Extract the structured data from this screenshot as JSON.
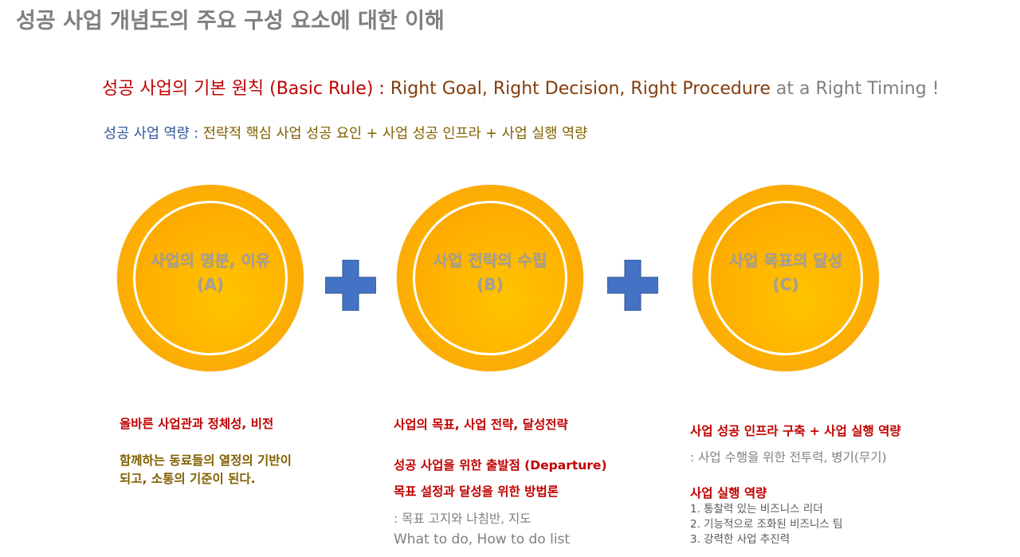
{
  "title": "성공 사업 개념도의 주요 구성 요소에 대한 이해",
  "rule": {
    "part1": "성공 사업의 기본 원칙 (Basic Rule) : ",
    "part2": "Right Goal, Right Decision, Right Procedure",
    "part3": " at a Right Timing !"
  },
  "capability": {
    "label": "성공 사업 역량 : ",
    "text": "전략적 핵심 사업 성공 요인 + 사업 성공 인프라 + 사업  실행 역량"
  },
  "circles": [
    {
      "label": "사업의 명분, 이유",
      "tag": "(A)"
    },
    {
      "label": "사업 전략의 수립",
      "tag": "(B)"
    },
    {
      "label": "사업 목표의 달성",
      "tag": "(C)"
    }
  ],
  "colors": {
    "plus": "#4472c4",
    "circle": "#ffb300",
    "title": "#7f7f7f",
    "red": "#c00000"
  },
  "col_a": {
    "heading": "올바른 사업관과 정체성, 비전",
    "body_line1": "함께하는 동료들의 열정의 기반이",
    "body_line2": "되고, 소통의 기준이 된다."
  },
  "col_b": {
    "heading": "사업의 목표, 사업 전략, 달성전략",
    "sub1": "성공 사업을 위한 출발점 (Departure)",
    "sub2": "목표 설정과 달성을 위한 방법론",
    "note1": ": 목표 고지와 나침반, 지도",
    "note2": "What to do, How to do list"
  },
  "col_c": {
    "heading": "사업 성공 인프라 구축  + 사업 실행 역량",
    "note": ": 사업 수행을 위한 전투력, 병기(무기)",
    "sub": "사업 실행 역량",
    "items": [
      "1. 통찰력 있는 비즈니스 리더",
      "2. 기능적으로 조화된 비즈니스 팀",
      "3. 강력한 사업 추진력"
    ]
  }
}
